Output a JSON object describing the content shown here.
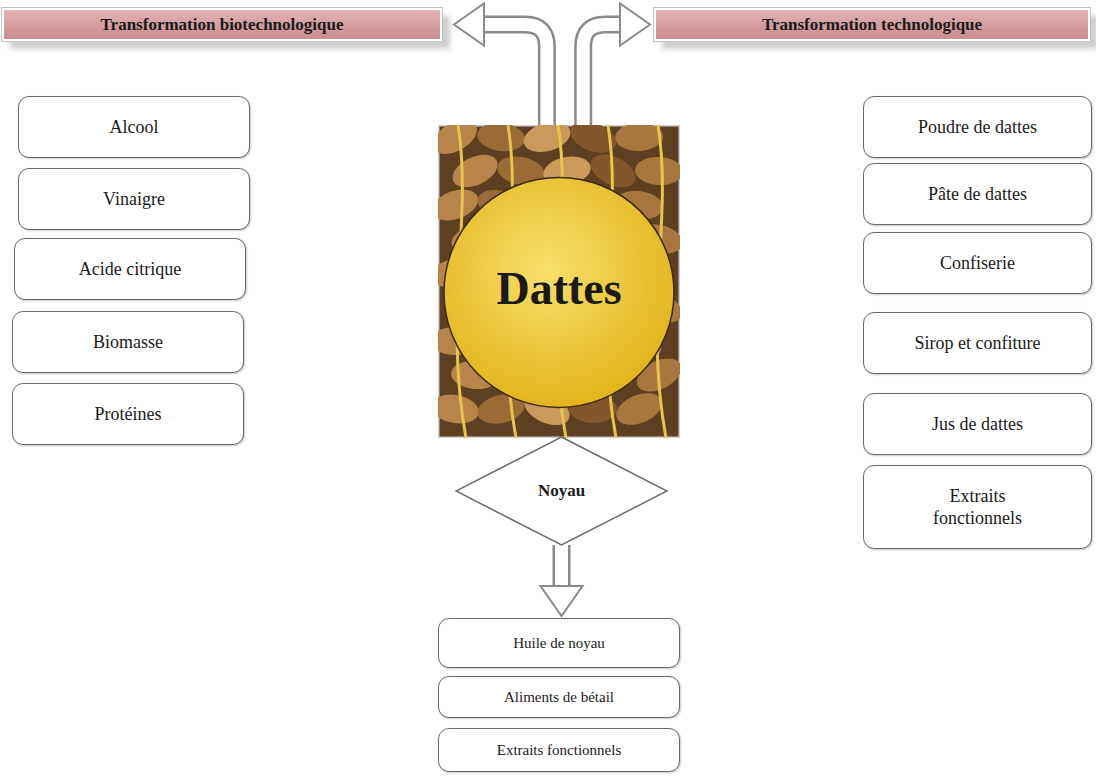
{
  "diagram": {
    "nodes": [
      {
        "text": [
          "Transformation biotechnologique"
        ]
      },
      {
        "text": [
          "Transformation technologique"
        ]
      },
      {
        "text": [
          "Dattes"
        ]
      },
      {
        "text": [
          "Alcool"
        ]
      },
      {
        "text": [
          "Vinaigre"
        ]
      },
      {
        "text": [
          "Acide citrique"
        ]
      },
      {
        "text": [
          "Biomasse"
        ]
      },
      {
        "text": [
          "Protéines"
        ]
      },
      {
        "text": [
          "Poudre de dattes"
        ]
      },
      {
        "text": [
          "Pâte de dattes"
        ]
      },
      {
        "text": [
          "Confiserie"
        ]
      },
      {
        "text": [
          "Sirop et confiture"
        ]
      },
      {
        "text": [
          "Jus de dattes"
        ]
      },
      {
        "text": [
          "Extraits fonctionnels"
        ]
      },
      {
        "text": [
          "Noyau"
        ]
      },
      {
        "text": [
          "Huile de noyau"
        ]
      },
      {
        "text": [
          "Aliments de bétail"
        ]
      },
      {
        "text": [
          "Extraits fonctionnels"
        ]
      }
    ],
    "edges": [
      {
        "from": 2,
        "to": 0,
        "arrow": "to"
      },
      {
        "from": 2,
        "to": 1,
        "arrow": "to"
      },
      {
        "from": 14,
        "to": 15,
        "arrow": "to"
      }
    ]
  }
}
